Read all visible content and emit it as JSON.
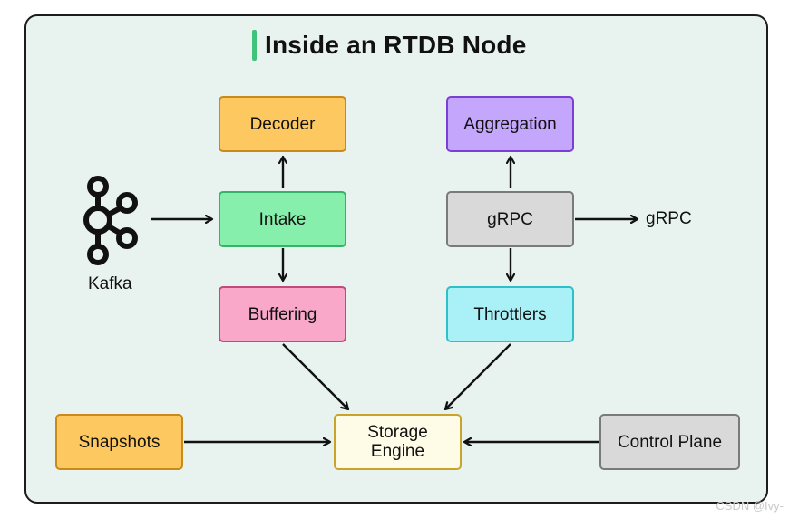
{
  "title": "Inside an RTDB Node",
  "nodes": {
    "decoder": "Decoder",
    "intake": "Intake",
    "buffering": "Buffering",
    "aggregation": "Aggregation",
    "grpc": "gRPC",
    "throttlers": "Throttlers",
    "snapshots": "Snapshots",
    "storage_engine": "Storage Engine",
    "control_plane": "Control Plane"
  },
  "labels": {
    "kafka": "Kafka",
    "grpc_out": "gRPC"
  },
  "watermark": "CSDN @Ivy-",
  "colors": {
    "panel_bg": "#e8f3ef",
    "title_accent": "#3cc47a",
    "decoder": "#fcc85f",
    "intake": "#86efac",
    "buffering": "#f9a8c9",
    "aggregation": "#c4a6fd",
    "grpc": "#d9d9d9",
    "throttlers": "#a9f1f6",
    "snapshots": "#fcc85f",
    "storage_engine": "#fefbe7",
    "control_plane": "#d9d9d9"
  },
  "icons": {
    "kafka": "kafka-logo-icon"
  }
}
